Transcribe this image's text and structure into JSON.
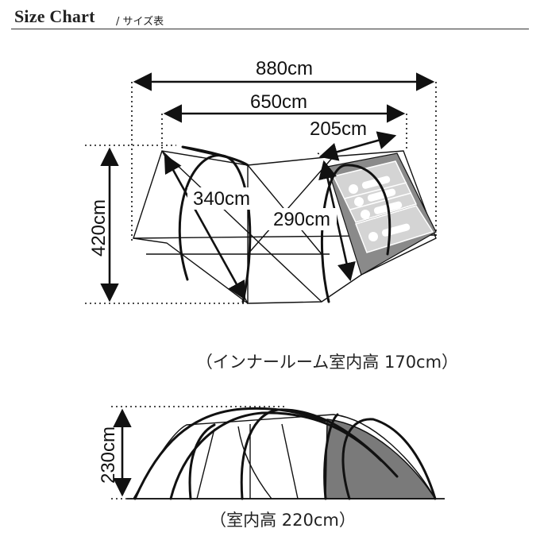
{
  "header": {
    "title": "Size Chart",
    "subtitle": "/ サイズ表"
  },
  "top_view": {
    "overall_length": "880cm",
    "inner_length": "650cm",
    "inner_room_width": "205cm",
    "width": "420cm",
    "main_span": "340cm",
    "room_span": "290cm",
    "inner_room_note": "（インナールーム室内高 170cm）"
  },
  "side_view": {
    "height": "230cm",
    "interior_note": "（室内高 220cm）"
  },
  "colors": {
    "line": "#111111",
    "inner_room": "#8a8a8a",
    "inner_room_panel": "#d4d4d4",
    "dotted": "#111111"
  }
}
